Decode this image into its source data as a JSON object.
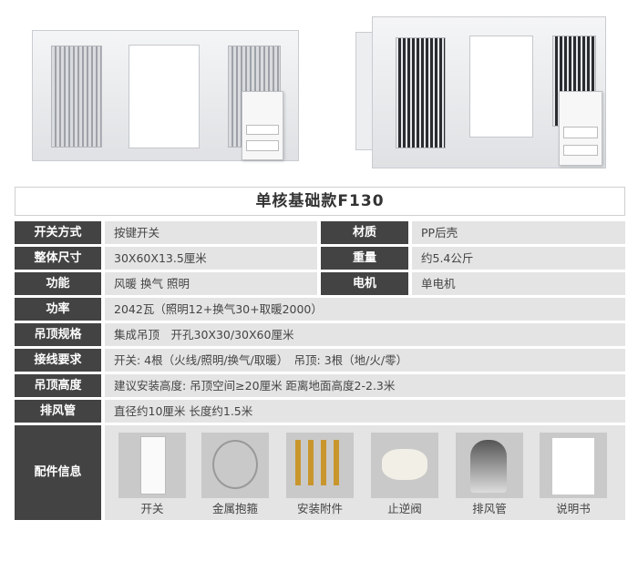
{
  "title": "单核基础款F130",
  "specs": [
    {
      "label": "开关方式",
      "value": "按键开关",
      "label2": "材质",
      "value2": "PP后壳"
    },
    {
      "label": "整体尺寸",
      "value": "30X60X13.5厘米",
      "label2": "重量",
      "value2": "约5.4公斤"
    },
    {
      "label": "功能",
      "value": "风暖 换气 照明",
      "label2": "电机",
      "value2": "单电机"
    },
    {
      "label": "功率",
      "value": "2042瓦（照明12+换气30+取暖2000）"
    },
    {
      "label": "吊顶规格",
      "value": "集成吊顶　开孔30X30/30X60厘米"
    },
    {
      "label": "接线要求",
      "value": "开关: 4根（火线/照明/换气/取暖）　吊顶: 3根（地/火/零）"
    },
    {
      "label": "吊顶高度",
      "value": "建议安装高度: 吊顶空间≥20厘米  距离地面高度2-2.3米"
    },
    {
      "label": "排风管",
      "value": "直径约10厘米  长度约1.5米"
    }
  ],
  "accessories": {
    "label": "配件信息",
    "items": [
      "开关",
      "金属抱箍",
      "安装附件",
      "止逆阀",
      "排风管",
      "说明书"
    ]
  }
}
